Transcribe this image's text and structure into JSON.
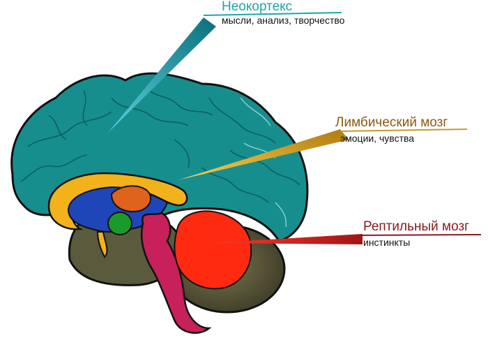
{
  "labels": {
    "neocortex": {
      "title": "Неокортекс",
      "caption": "мысли, анализ, творчество",
      "color": "#1aa7a7"
    },
    "limbic": {
      "title": "Лимбический мозг",
      "caption": "эмоции, чувства",
      "color": "#8a5a10"
    },
    "reptilian": {
      "title": "Рептильный мозг",
      "caption": "инстинкты",
      "color": "#8b1a1a"
    }
  },
  "colors": {
    "cortex": "#168f8f",
    "cortex_light": "#2fb3ae",
    "cerebellum": "#5d5a3c",
    "limbic_ring": "#f2b21b",
    "limbic_blue": "#1f46b8",
    "limbic_orange": "#e0631a",
    "limbic_green": "#1a9a2a",
    "brainstem": "#c8205a",
    "reptilian": "#ff2a10",
    "outline": "#111111"
  }
}
